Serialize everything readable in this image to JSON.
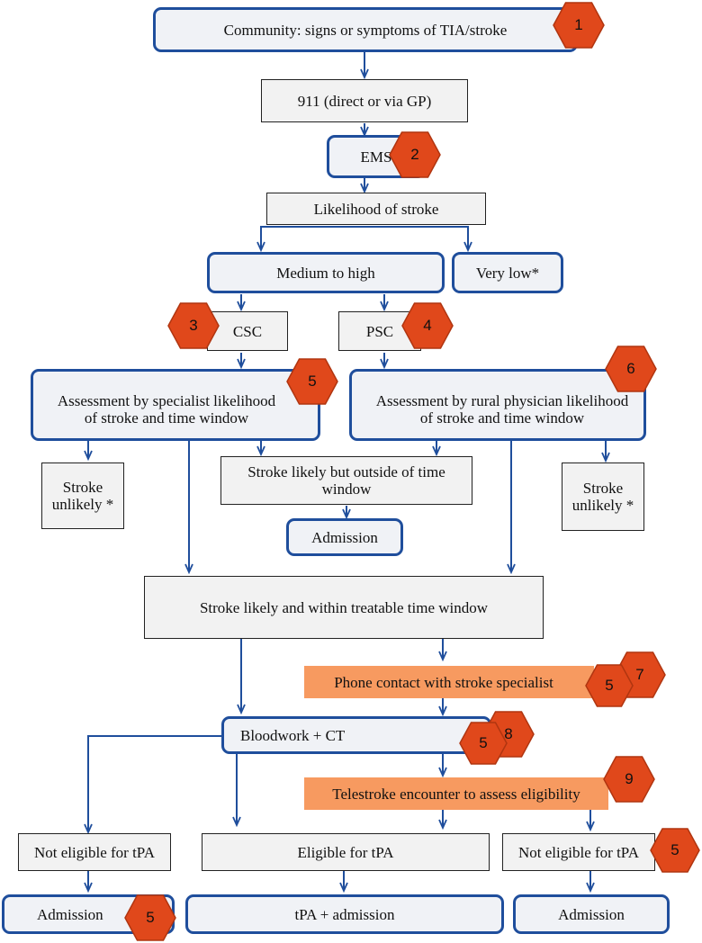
{
  "nodes": {
    "community": "Community: signs or symptoms of TIA/stroke",
    "call_911": "911 (direct or via GP)",
    "ems": "EMS",
    "likelihood": "Likelihood of stroke",
    "medium_high": "Medium to high",
    "very_low": "Very low*",
    "csc": "CSC",
    "psc": "PSC",
    "assess_specialist": "Assessment by specialist likelihood of stroke and time window",
    "assess_rural": "Assessment by rural physician likelihood of stroke and time window",
    "unlikely_left": "Stroke unlikely *",
    "outside_window": "Stroke likely but outside of time window",
    "admission_mid": "Admission",
    "unlikely_right": "Stroke unlikely *",
    "within_window": "Stroke likely and within treatable time window",
    "phone_contact": "Phone contact with stroke specialist",
    "bloodwork_ct": "Bloodwork + CT",
    "telestroke": "Telestroke encounter to assess eligibility",
    "not_eligible_left": "Not eligible for tPA",
    "eligible": "Eligible for tPA",
    "not_eligible_right": "Not eligible for tPA",
    "admission_left": "Admission",
    "tpa_admission": "tPA + admission",
    "admission_right": "Admission"
  },
  "badges": {
    "b1": "1",
    "b2": "2",
    "b3": "3",
    "b4": "4",
    "b5a": "5",
    "b6": "6",
    "b5b": "5",
    "b7": "7",
    "b5c": "5",
    "b8": "8",
    "b9": "9",
    "b5d": "5",
    "b5e": "5"
  },
  "colors": {
    "box_border": "#1f4e9c",
    "arrow": "#1f4e9c",
    "badge_fill": "#e0481b",
    "badge_stroke": "#b03510",
    "highlight": "#f79a60"
  }
}
